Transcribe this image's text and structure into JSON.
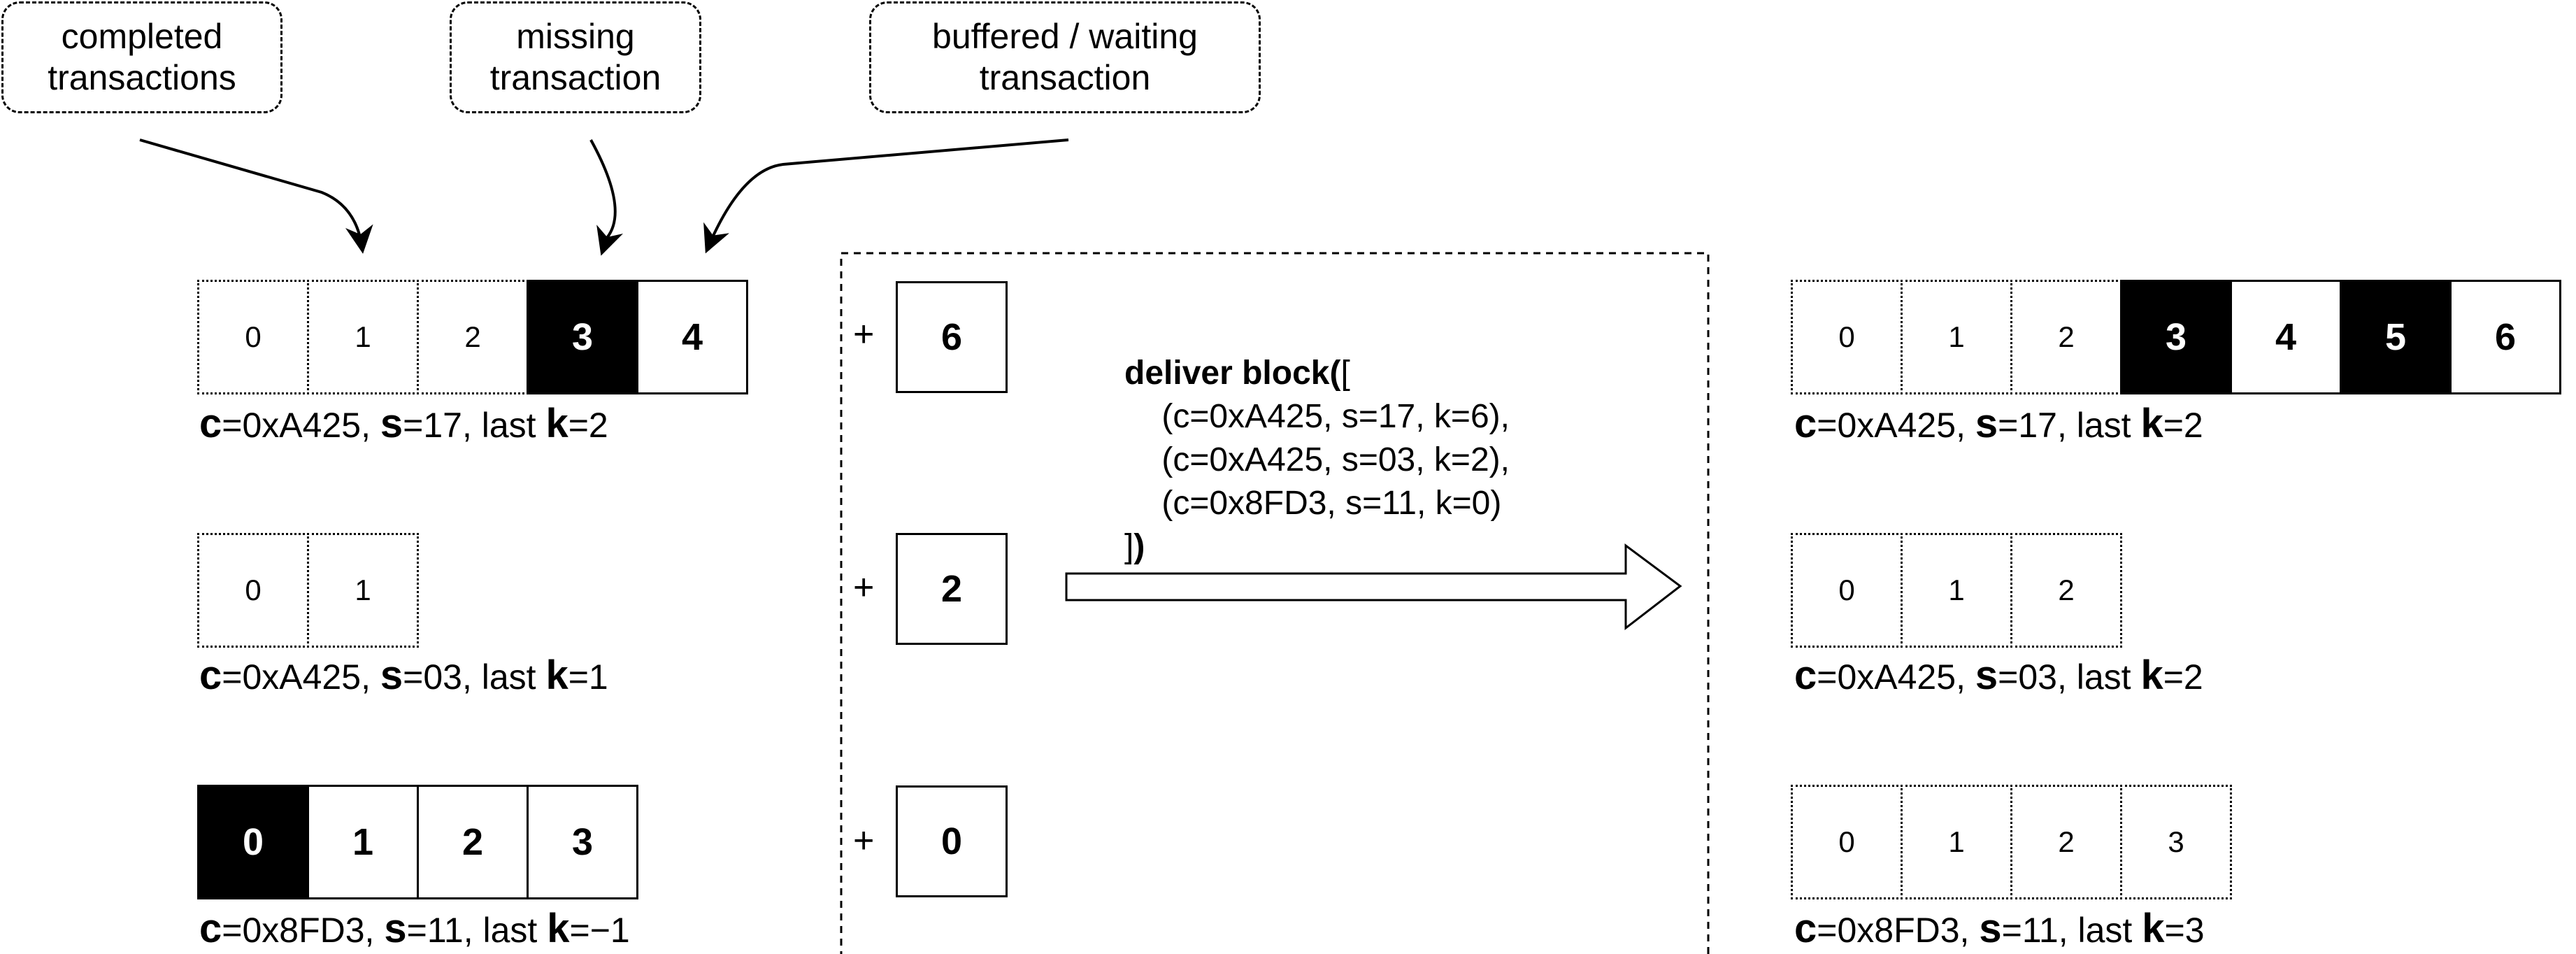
{
  "callouts": {
    "completed": "completed\ntransactions",
    "missing": "missing\ntransaction",
    "buffered": "buffered / waiting\ntransaction"
  },
  "before": [
    {
      "cells": [
        {
          "v": "0",
          "s": "completed"
        },
        {
          "v": "1",
          "s": "completed"
        },
        {
          "v": "2",
          "s": "completed"
        },
        {
          "v": "3",
          "s": "missing"
        },
        {
          "v": "4",
          "s": "buffered"
        }
      ],
      "label": {
        "c": "0xA425",
        "s": "17",
        "k": "2"
      }
    },
    {
      "cells": [
        {
          "v": "0",
          "s": "completed"
        },
        {
          "v": "1",
          "s": "completed"
        }
      ],
      "label": {
        "c": "0xA425",
        "s": "03",
        "k": "1"
      }
    },
    {
      "cells": [
        {
          "v": "0",
          "s": "missing"
        },
        {
          "v": "1",
          "s": "buffered"
        },
        {
          "v": "2",
          "s": "buffered"
        },
        {
          "v": "3",
          "s": "buffered"
        }
      ],
      "label": {
        "c": "0x8FD3",
        "s": "11",
        "k": "−1"
      }
    }
  ],
  "incoming": [
    {
      "plus": "+",
      "value": "6"
    },
    {
      "plus": "+",
      "value": "2"
    },
    {
      "plus": "+",
      "value": "0"
    }
  ],
  "delivery": {
    "call_name": "deliver block(",
    "open_bracket": "[",
    "entries": [
      "(c=0xA425, s=17, k=6),",
      "(c=0xA425, s=03, k=2),",
      "(c=0x8FD3, s=11, k=0)"
    ],
    "close_bracket": "]",
    "close_paren": ")"
  },
  "after": [
    {
      "cells": [
        {
          "v": "0",
          "s": "completed"
        },
        {
          "v": "1",
          "s": "completed"
        },
        {
          "v": "2",
          "s": "completed"
        },
        {
          "v": "3",
          "s": "missing"
        },
        {
          "v": "4",
          "s": "buffered"
        },
        {
          "v": "5",
          "s": "missing"
        },
        {
          "v": "6",
          "s": "buffered"
        }
      ],
      "label": {
        "c": "0xA425",
        "s": "17",
        "k": "2"
      }
    },
    {
      "cells": [
        {
          "v": "0",
          "s": "completed"
        },
        {
          "v": "1",
          "s": "completed"
        },
        {
          "v": "2",
          "s": "completed"
        }
      ],
      "label": {
        "c": "0xA425",
        "s": "03",
        "k": "2"
      }
    },
    {
      "cells": [
        {
          "v": "0",
          "s": "completed"
        },
        {
          "v": "1",
          "s": "completed"
        },
        {
          "v": "2",
          "s": "completed"
        },
        {
          "v": "3",
          "s": "completed"
        }
      ],
      "label": {
        "c": "0x8FD3",
        "s": "11",
        "k": "3"
      }
    }
  ],
  "label_terms": {
    "c": "c",
    "s": "s",
    "last_k": "last ",
    "k": "k"
  }
}
